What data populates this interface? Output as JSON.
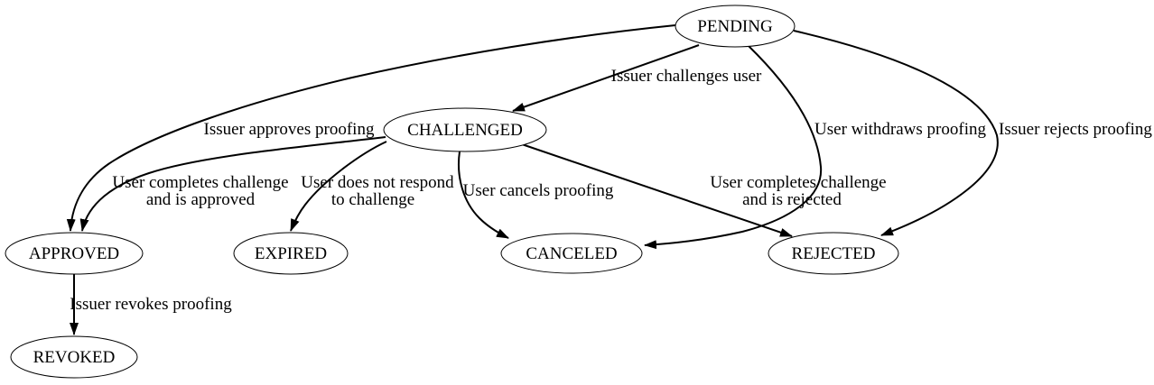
{
  "diagram": {
    "type": "state-machine",
    "colors": {
      "background": "#ffffff",
      "line": "#000000",
      "text": "#000000",
      "node_fill": "#ffffff"
    },
    "nodes": [
      {
        "id": "PENDING",
        "label": "PENDING"
      },
      {
        "id": "CHALLENGED",
        "label": "CHALLENGED"
      },
      {
        "id": "APPROVED",
        "label": "APPROVED"
      },
      {
        "id": "EXPIRED",
        "label": "EXPIRED"
      },
      {
        "id": "CANCELED",
        "label": "CANCELED"
      },
      {
        "id": "REJECTED",
        "label": "REJECTED"
      },
      {
        "id": "REVOKED",
        "label": "REVOKED"
      }
    ],
    "edges": [
      {
        "from": "PENDING",
        "to": "CHALLENGED",
        "label": "Issuer challenges user",
        "label_lines": [
          "Issuer challenges user"
        ]
      },
      {
        "from": "PENDING",
        "to": "APPROVED",
        "label": "Issuer approves proofing",
        "label_lines": [
          "Issuer approves proofing"
        ]
      },
      {
        "from": "PENDING",
        "to": "CANCELED",
        "label": "User withdraws proofing",
        "label_lines": [
          "User withdraws proofing"
        ]
      },
      {
        "from": "PENDING",
        "to": "REJECTED",
        "label": "Issuer rejects proofing",
        "label_lines": [
          "Issuer rejects proofing"
        ]
      },
      {
        "from": "CHALLENGED",
        "to": "APPROVED",
        "label": "User completes challenge and is approved",
        "label_lines": [
          "User completes challenge",
          "and is approved"
        ]
      },
      {
        "from": "CHALLENGED",
        "to": "EXPIRED",
        "label": "User does not respond to challenge",
        "label_lines": [
          "User does not respond",
          "to challenge"
        ]
      },
      {
        "from": "CHALLENGED",
        "to": "CANCELED",
        "label": "User cancels proofing",
        "label_lines": [
          "User cancels proofing"
        ]
      },
      {
        "from": "CHALLENGED",
        "to": "REJECTED",
        "label": "User completes challenge and is rejected",
        "label_lines": [
          "User completes challenge",
          "and is rejected"
        ]
      },
      {
        "from": "APPROVED",
        "to": "REVOKED",
        "label": "Issuer revokes proofing",
        "label_lines": [
          "Issuer revokes proofing"
        ]
      }
    ]
  }
}
